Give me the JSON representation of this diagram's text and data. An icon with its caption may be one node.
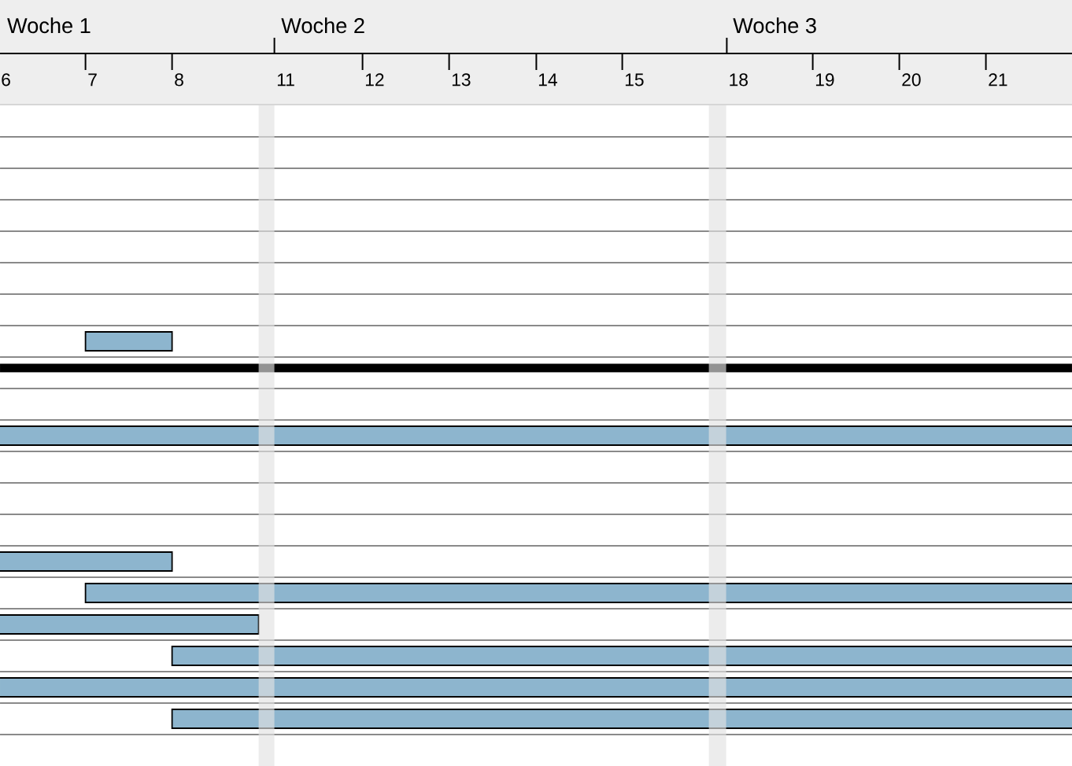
{
  "diagram": {
    "nodes": [
      {
        "text": [],
        "shape": "bar"
      },
      {
        "text": [],
        "shape": "bar"
      },
      {
        "text": [],
        "shape": "bar"
      },
      {
        "text": [],
        "shape": "bar"
      },
      {
        "text": [],
        "shape": "bar"
      },
      {
        "text": [],
        "shape": "bar"
      },
      {
        "text": [],
        "shape": "bar"
      },
      {
        "text": [],
        "shape": "bar"
      }
    ],
    "labels": [
      "Woche 1",
      "Woche 2",
      "Woche 3",
      "6",
      "7",
      "8",
      "11",
      "12",
      "13",
      "14",
      "15",
      "18",
      "19",
      "20",
      "21"
    ]
  }
}
